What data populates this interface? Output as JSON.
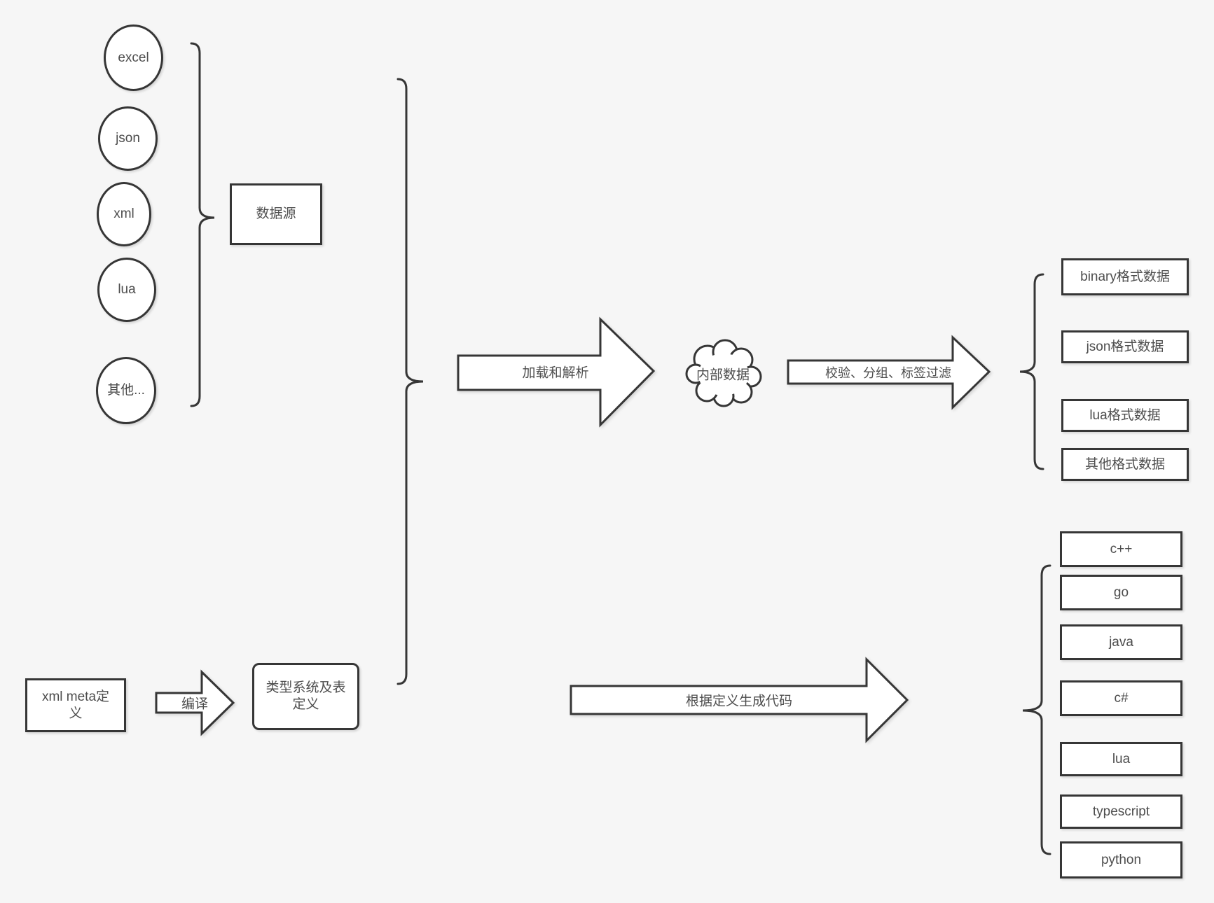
{
  "canvas": {
    "background_color": "#f6f6f6",
    "stroke_color": "#363636",
    "shape_fill_color": "#ffffff",
    "text_color": "#4d4d4d"
  },
  "sources": {
    "items": [
      "excel",
      "json",
      "xml",
      "lua",
      "其他..."
    ],
    "group_box_label": "数据源"
  },
  "meta_flow": {
    "xml_meta_box_label": "xml meta定义",
    "compile_arrow_label": "编译",
    "type_system_box_label": "类型系统及表定义"
  },
  "pipeline": {
    "load_parse_arrow_label": "加载和解析",
    "internal_data_cloud_label": "内部数据",
    "filter_arrow_label": "校验、分组、标签过滤",
    "generate_code_arrow_label": "根据定义生成代码"
  },
  "output_formats": [
    "binary格式数据",
    "json格式数据",
    "lua格式数据",
    "其他格式数据"
  ],
  "languages": [
    "c++",
    "go",
    "java",
    "c#",
    "lua",
    "typescript",
    "python"
  ]
}
